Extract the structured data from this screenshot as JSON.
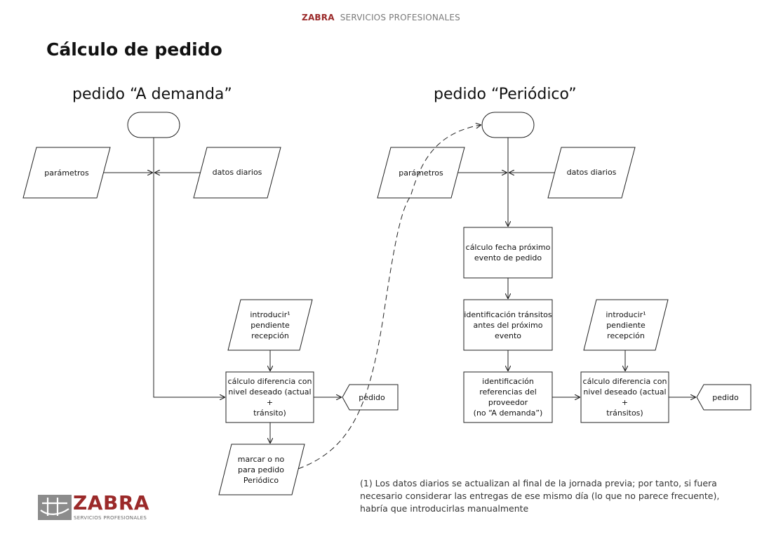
{
  "header": {
    "brand": "ZABRA",
    "tagline": "SERVICIOS PROFESIONALES"
  },
  "title": "Cálculo de pedido",
  "left": {
    "subtitle": "pedido “A demanda”",
    "parametros": "parámetros",
    "datos_diarios": "datos diarios",
    "introducir": "introducir¹\npendiente\nrecepción",
    "calculo": "cálculo diferencia con\nnivel deseado (actual +\ntránsito)",
    "pedido": "pedido",
    "marcar": "marcar o no\npara pedido\nPeriódico"
  },
  "right": {
    "subtitle": "pedido “Periódico”",
    "parametros": "parámetros",
    "datos_diarios": "datos diarios",
    "calculo_fecha": "cálculo fecha próximo\nevento de pedido",
    "identificacion_transitos": "identificación tránsitos\nantes del próximo\nevento",
    "identificacion_referencias": "identificación\nreferencias del\nproveedor\n(no “A demanda”)",
    "introducir": "introducir¹\npendiente\nrecepción",
    "calculo": "cálculo diferencia con\nnivel deseado (actual +\ntránsitos)",
    "pedido": "pedido"
  },
  "footnote": "(1) Los datos diarios se actualizan al final de la jornada previa; por tanto, si fuera necesario considerar las entregas de ese mismo día (lo que no parece frecuente), habría que introducirlas manualmente",
  "logo": {
    "word": "ZABRA",
    "sub": "SERVICIOS PROFESIONALES"
  },
  "colors": {
    "brand": "#9b2a2a",
    "stroke": "#222222",
    "muted": "#7a7a7a"
  }
}
